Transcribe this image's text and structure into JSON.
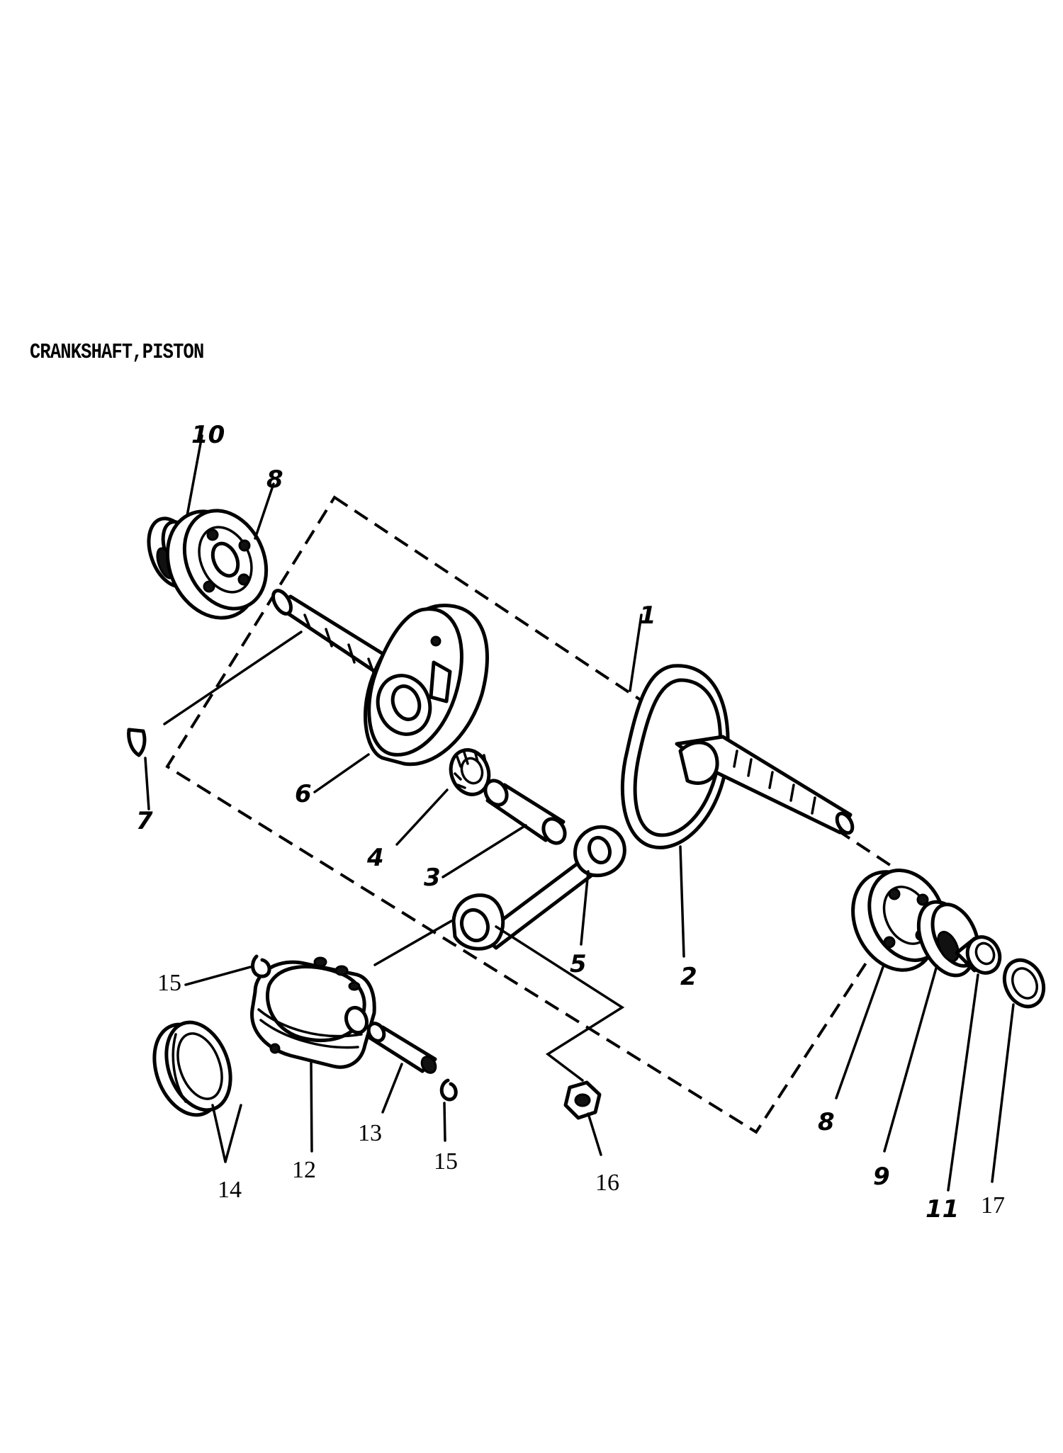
{
  "title": "CRANKSHAFT,PISTON",
  "callouts": {
    "p1": "1",
    "p2": "2",
    "p3": "3",
    "p4": "4",
    "p5": "5",
    "p6": "6",
    "p7": "7",
    "p8_left": "8",
    "p8_right": "8",
    "p9": "9",
    "p10": "10",
    "p11": "11",
    "p12": "12",
    "p13": "13",
    "p14": "14",
    "p15_left": "15",
    "p15_right": "15",
    "p16": "16",
    "p17": "17"
  }
}
